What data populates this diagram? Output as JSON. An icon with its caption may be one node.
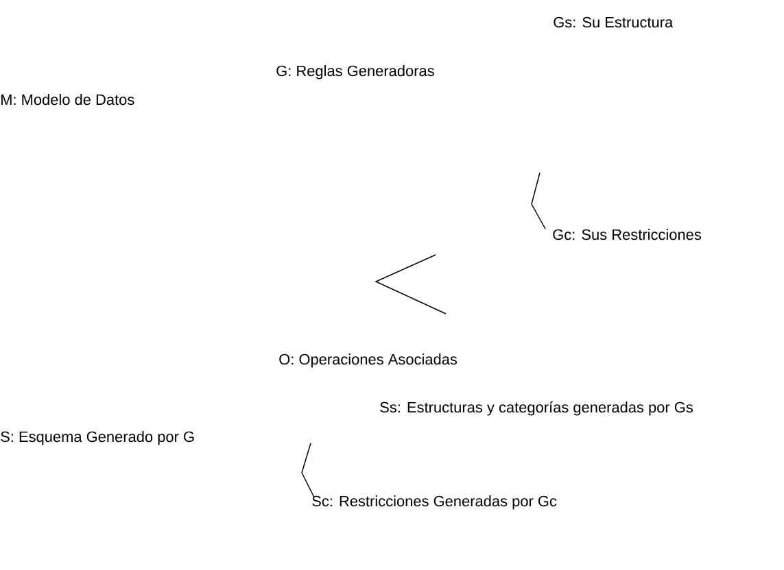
{
  "diagram": {
    "labels": [
      "Gs: Su Estructura",
      "G: Reglas Generadoras",
      "M: Modelo de Datos",
      "Gc: Sus Restricciones",
      "O: Operaciones Asociadas",
      "Ss: Estructuras y categorías generadas por Gs",
      "S: Esquema Generado por G",
      "Sc: Restricciones Generadas por Gc"
    ]
  }
}
